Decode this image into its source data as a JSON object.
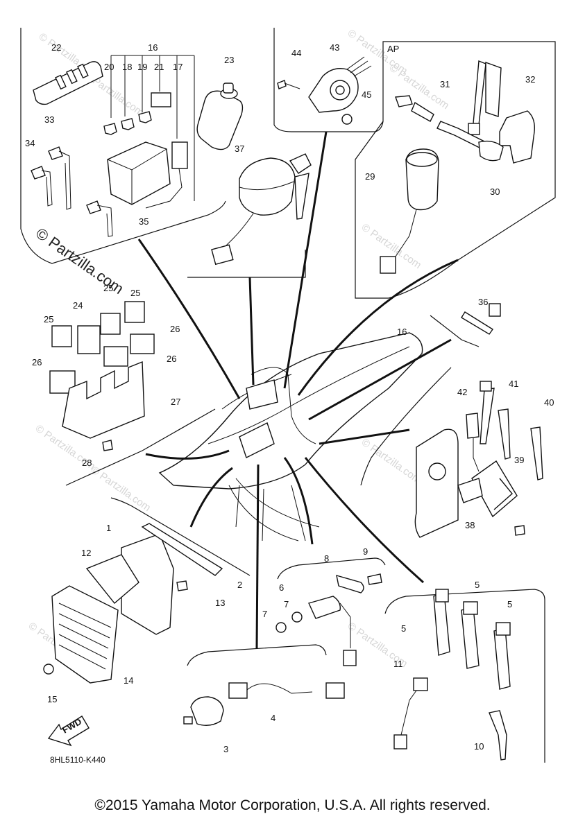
{
  "diagram": {
    "part_labels": [
      "22",
      "16",
      "20",
      "18",
      "19",
      "21",
      "17",
      "23",
      "44",
      "43",
      "45",
      "AP",
      "31",
      "32",
      "33",
      "34",
      "35",
      "37",
      "29",
      "30",
      "25",
      "25",
      "24",
      "25",
      "26",
      "26",
      "26",
      "27",
      "28",
      "36",
      "16",
      "42",
      "41",
      "40",
      "39",
      "38",
      "1",
      "12",
      "2",
      "13",
      "14",
      "15",
      "9",
      "8",
      "6",
      "7",
      "7",
      "5",
      "5",
      "5",
      "11",
      "10",
      "4",
      "3"
    ],
    "watermark_main": "© Partzilla.com",
    "watermark_repeat": "© Partzilla.com",
    "diagram_code": "8HL5110-K440",
    "fwd_label": "FWD"
  },
  "footer": {
    "copyright": "©2015 Yamaha Motor Corporation, U.S.A. All rights reserved."
  }
}
